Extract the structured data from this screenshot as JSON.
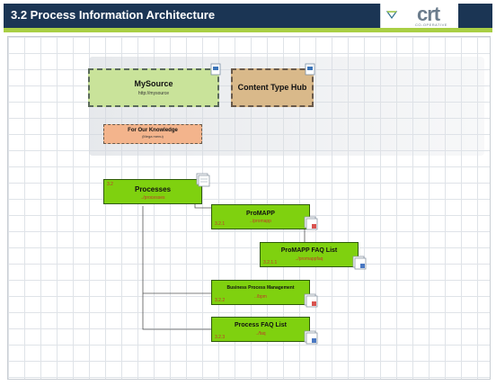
{
  "header": {
    "title": "3.2 Process Information Architecture",
    "logo_text": "crt",
    "logo_subtext": "CO-OPERATIVE"
  },
  "nodes": {
    "mysource": {
      "title": "MySource",
      "subtitle": "http://mysource"
    },
    "content_type_hub": {
      "title": "Content Type Hub"
    },
    "for_our_knowledge": {
      "title": "For Our Knowledge",
      "subtitle": "(Mega menu)"
    },
    "processes": {
      "number": "3.2",
      "title": "Processes",
      "url": "../processes"
    },
    "promapp": {
      "number": "3.2.1",
      "title": "ProMAPP",
      "url": "../promapp"
    },
    "promapp_faq": {
      "number": "3.2.1.1",
      "title": "ProMAPP FAQ List",
      "url": "../promappfaq"
    },
    "bpm": {
      "number": "3.2.2",
      "title": "Business Process Management",
      "url": "../bpm"
    },
    "process_faq": {
      "number": "3.2.3",
      "title": "Process FAQ List",
      "url": "../faq"
    }
  },
  "colors": {
    "header_bg": "#1b3554",
    "accent_green": "#a9cf45",
    "node_green": "#7fd10f",
    "mysource_green": "#c9e39a",
    "content_hub_tan": "#d9b98a",
    "knowledge_orange": "#f3b48c"
  }
}
